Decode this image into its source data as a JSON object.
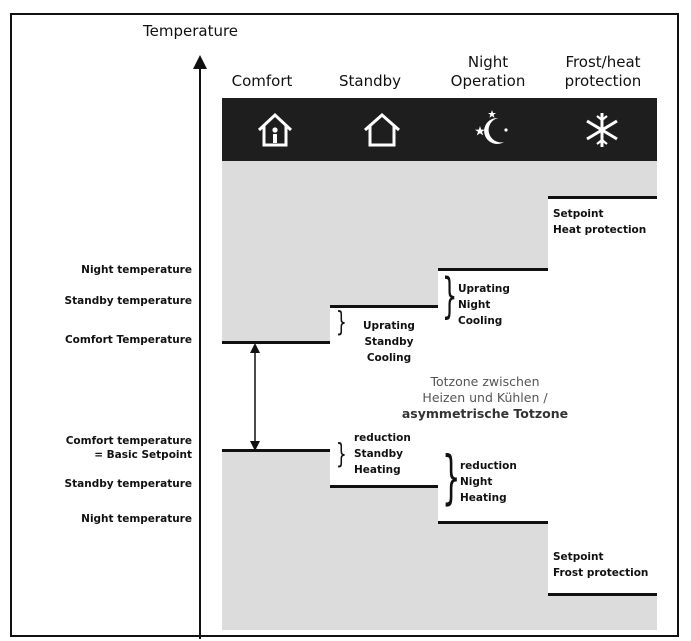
{
  "axis": {
    "title": "Temperature"
  },
  "modes": [
    {
      "label": "Comfort",
      "icon": "house-person-icon"
    },
    {
      "label": "Standby",
      "icon": "house-icon"
    },
    {
      "label": "Night\nOperation",
      "icon": "moon-stars-icon"
    },
    {
      "label": "Frost/heat\nprotection",
      "icon": "snowflake-icon"
    }
  ],
  "y_labels": {
    "night_upper": "Night temperature",
    "standby_upper": "Standby temperature",
    "comfort_upper": "Comfort Temperature",
    "comfort_lower": "Comfort temperature\n= Basic Setpoint",
    "standby_lower": "Standby temperature",
    "night_lower": "Night temperature"
  },
  "notes": {
    "heat_protection": "Setpoint\nHeat protection",
    "uprating_night": "Uprating\nNight\nCooling",
    "uprating_standby": "Uprating\nStandby\nCooling",
    "reduction_standby": "reduction\nStandby\nHeating",
    "reduction_night": "reduction\nNight\nHeating",
    "frost_protection": "Setpoint\nFrost protection"
  },
  "deadzone": {
    "line1": "Totzone zwischen\nHeizen und Kühlen /",
    "line2": "asymmetrische Totzone"
  }
}
